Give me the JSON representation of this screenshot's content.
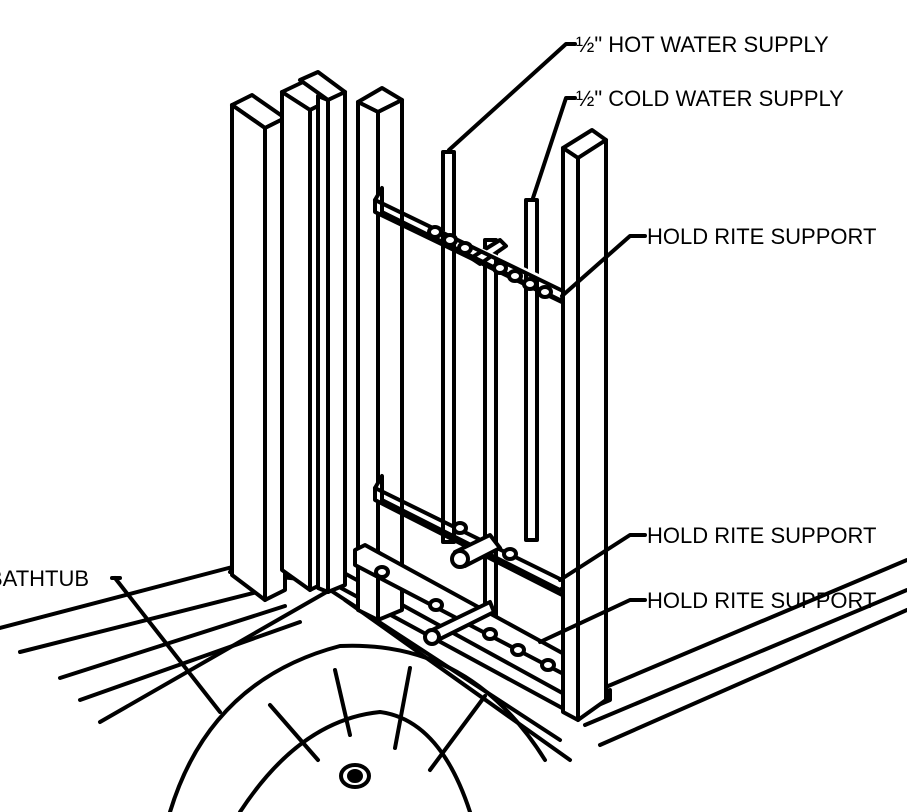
{
  "labels": {
    "hot_supply": "½\" HOT WATER SUPPLY",
    "cold_supply": "½\" COLD WATER SUPPLY",
    "support_top": "HOLD RITE SUPPORT",
    "support_middle": "HOLD RITE SUPPORT",
    "support_bottom": "HOLD RITE SUPPORT",
    "bathtub": "BATHTUB"
  },
  "colors": {
    "line": "#000000",
    "background": "#ffffff"
  }
}
